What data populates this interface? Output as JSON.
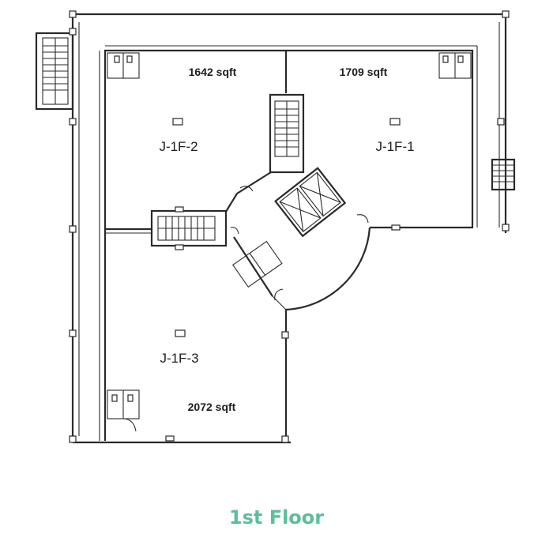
{
  "units": [
    {
      "name": "J-1F-1",
      "area": "1709 sqft"
    },
    {
      "name": "J-1F-2",
      "area": "1642 sqft"
    },
    {
      "name": "J-1F-3",
      "area": "2072 sqft"
    }
  ],
  "floor_label": "1st Floor",
  "colors": {
    "title": "#5bbf9a",
    "lines": "#2a2a2a"
  }
}
